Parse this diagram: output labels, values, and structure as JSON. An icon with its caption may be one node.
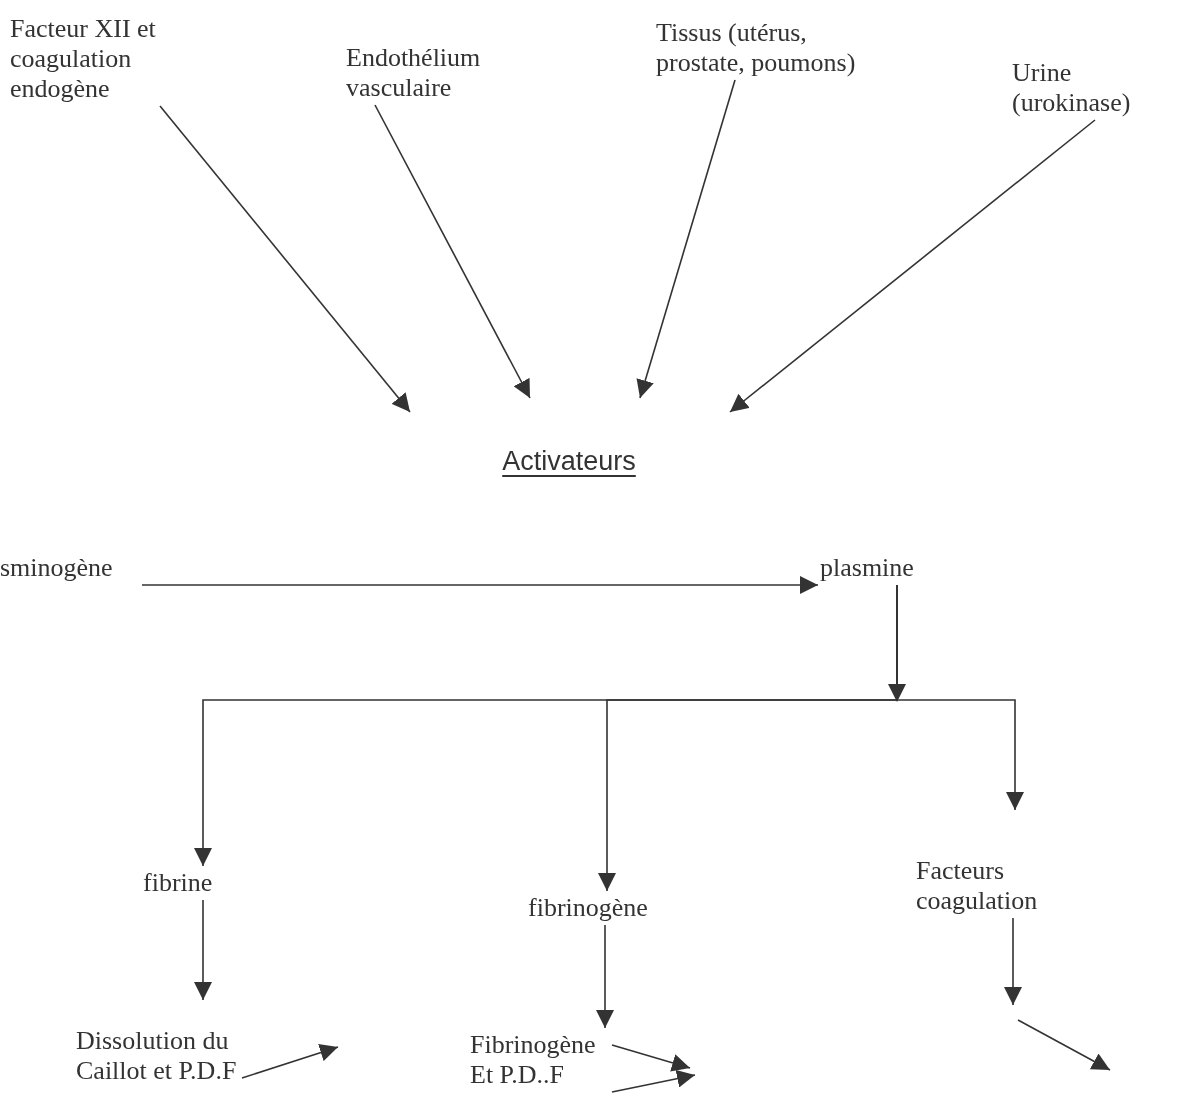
{
  "diagram": {
    "nodes": [
      {
        "text": [
          "Facteur XII et coagulation endogène"
        ]
      },
      {
        "text": [
          "Endothélium vasculaire"
        ]
      },
      {
        "text": [
          "Tissus (utérus, prostate, poumons)"
        ]
      },
      {
        "text": [
          "Urine (urokinase)"
        ]
      },
      {
        "text": [
          "Activateurs"
        ]
      },
      {
        "text": [
          "sminogène"
        ]
      },
      {
        "text": [
          "plasmine"
        ]
      },
      {
        "text": [
          "fibrine"
        ]
      },
      {
        "text": [
          "fibrinogène"
        ]
      },
      {
        "text": [
          "Facteurs coagulation"
        ]
      },
      {
        "text": [
          "Dissolution du Caillot et P.D.F"
        ]
      },
      {
        "text": [
          "Fibrinogène Et P.D..F"
        ]
      }
    ],
    "edges": [
      {
        "from": 0,
        "to": 4,
        "arrow": "to"
      },
      {
        "from": 1,
        "to": 4,
        "arrow": "to"
      },
      {
        "from": 2,
        "to": 4,
        "arrow": "to"
      },
      {
        "from": 3,
        "to": 4,
        "arrow": "to"
      },
      {
        "from": 5,
        "to": 6,
        "arrow": "to"
      },
      {
        "from": 6,
        "to": 7,
        "arrow": "to"
      },
      {
        "from": 6,
        "to": 8,
        "arrow": "to"
      },
      {
        "from": 6,
        "to": 9,
        "arrow": "to"
      },
      {
        "from": 7,
        "to": 10,
        "arrow": "to"
      },
      {
        "from": 8,
        "to": 11,
        "arrow": "to"
      },
      {
        "from": 9,
        "to": null,
        "arrow": "to"
      },
      {
        "from": 10,
        "to": null,
        "arrow": "to"
      },
      {
        "from": 11,
        "to": null,
        "arrow": "to"
      },
      {
        "from": 11,
        "to": null,
        "arrow": "to"
      }
    ]
  }
}
